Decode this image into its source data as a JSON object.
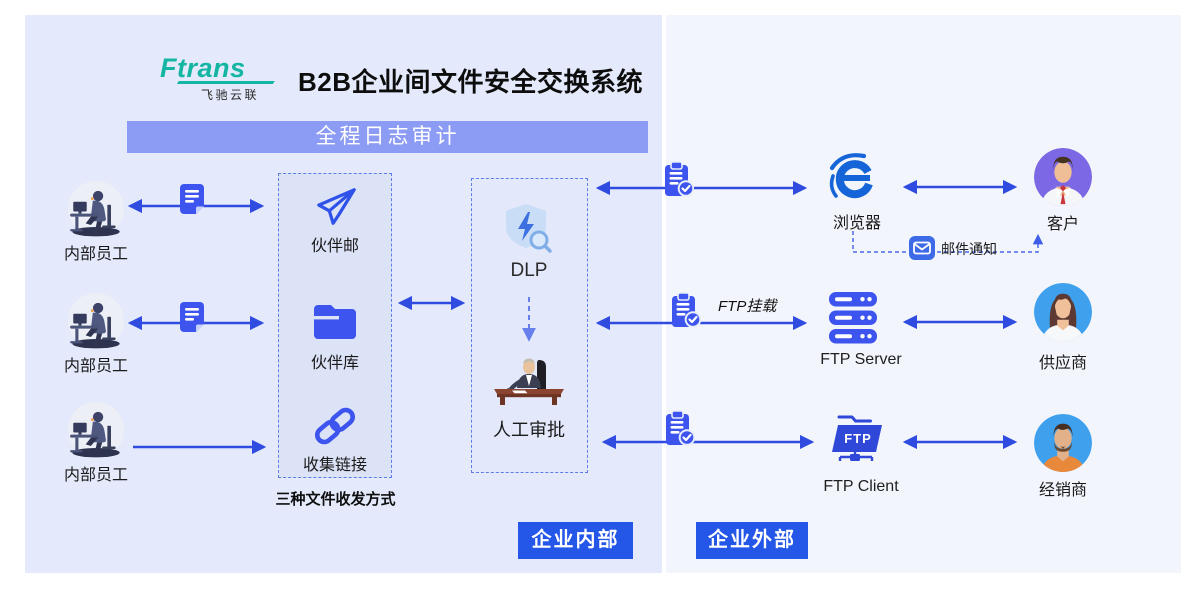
{
  "brand": {
    "logo": "Ftrans",
    "logo_sub": "飞驰云联",
    "title": "B2B企业间文件安全交换系统"
  },
  "banner": {
    "label": "全程日志审计"
  },
  "internal": {
    "badge": "企业内部",
    "employees": [
      {
        "label": "内部员工"
      },
      {
        "label": "内部员工"
      },
      {
        "label": "内部员工"
      }
    ],
    "methods": {
      "caption": "三种文件收发方式",
      "items": [
        {
          "label": "伙伴邮",
          "icon": "paper-plane-icon"
        },
        {
          "label": "伙伴库",
          "icon": "folder-icon"
        },
        {
          "label": "收集链接",
          "icon": "chain-link-icon"
        }
      ]
    },
    "inspection": {
      "dlp": "DLP",
      "approval": "人工审批"
    }
  },
  "external": {
    "badge": "企业外部",
    "channels": [
      {
        "label": "浏览器",
        "icon": "ie-browser-icon"
      },
      {
        "label": "FTP Server",
        "icon": "server-icon"
      },
      {
        "label": "FTP Client",
        "icon": "ftp-folder-icon"
      }
    ],
    "ftp_folder_text": "FTP",
    "partners": [
      {
        "label": "客户"
      },
      {
        "label": "供应商"
      },
      {
        "label": "经销商"
      }
    ],
    "annotations": {
      "ftp_mount": "FTP挂载",
      "email_notice": "邮件通知"
    }
  },
  "colors": {
    "primary_blue": "#2F4BE0",
    "icon_blue": "#3D55EE",
    "badge_blue": "#2456E8",
    "banner_purple": "#8C9BF3",
    "panel_internal": "#E4EAFB",
    "panel_external": "#F2F5FC",
    "logo_teal": "#14B5A2"
  }
}
